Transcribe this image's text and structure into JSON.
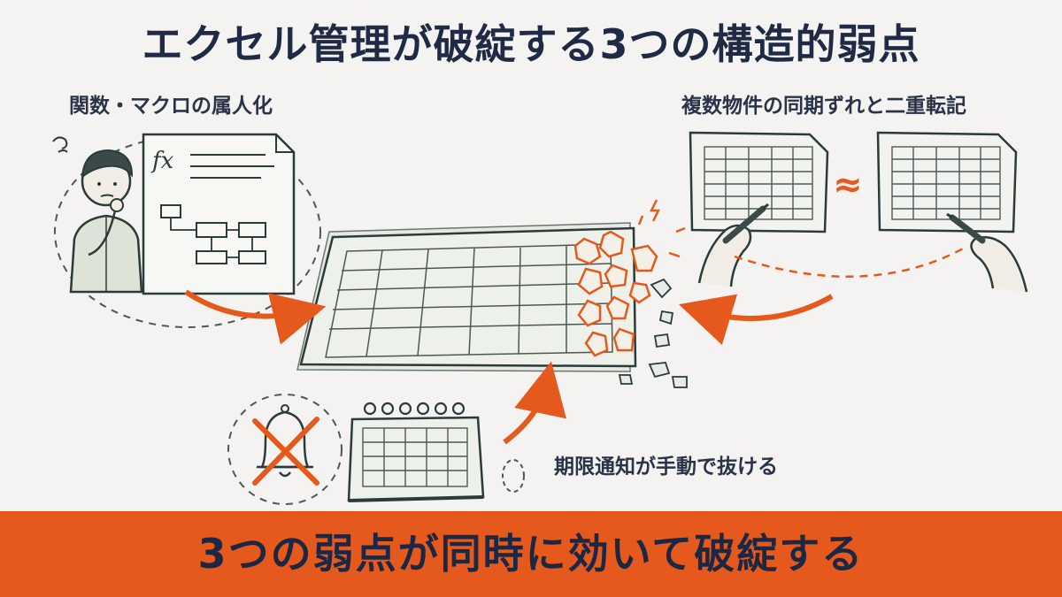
{
  "title": "エクセル管理が破綻する3つの構造的弱点",
  "weaknesses": {
    "macro": {
      "label": "関数・マクロの属人化",
      "icon": "fx-document-icon"
    },
    "sync": {
      "label": "複数物件の同期ずれと二重転記",
      "approx_symbol": "≈"
    },
    "deadline": {
      "label": "期限通知が手動で抜ける"
    }
  },
  "document_symbol": "fx",
  "banner": {
    "text": "3つの弱点が同時に効いて破綻する"
  },
  "colors": {
    "accent": "#e55a1c",
    "ink": "#2b3a3a",
    "sheet": "#eef0ea",
    "background": "#f4f3f1"
  }
}
